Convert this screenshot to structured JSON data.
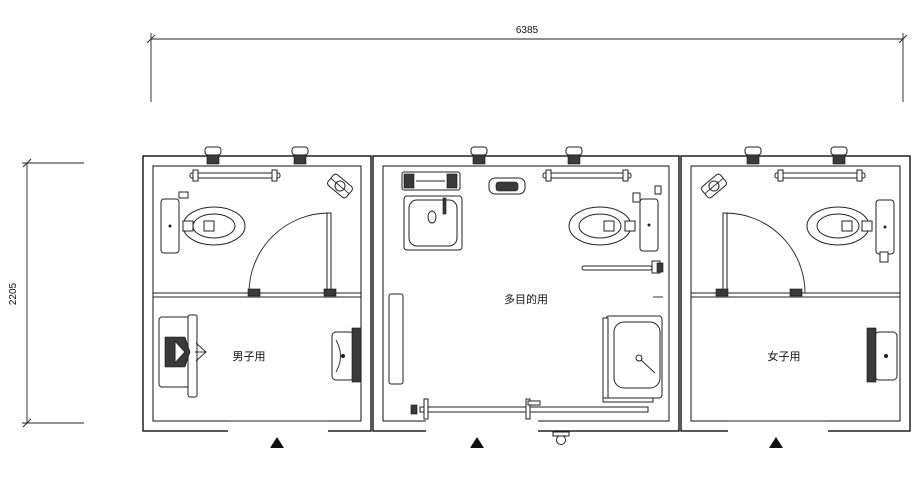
{
  "dimensions": {
    "width_label": "6385",
    "height_label": "2205"
  },
  "rooms": [
    {
      "key": "mens",
      "label": "男子用"
    },
    {
      "key": "multipurpose",
      "label": "多目的用"
    },
    {
      "key": "womens",
      "label": "女子用"
    }
  ],
  "icons": {
    "entrance": "triangle-up-icon",
    "toilet": "western-toilet-icon",
    "sink": "washbasin-icon",
    "urinal": "urinal-icon",
    "fan": "ventilation-fan-icon",
    "baby_seat": "baby-chair-icon",
    "light": "light-fixture-icon"
  }
}
